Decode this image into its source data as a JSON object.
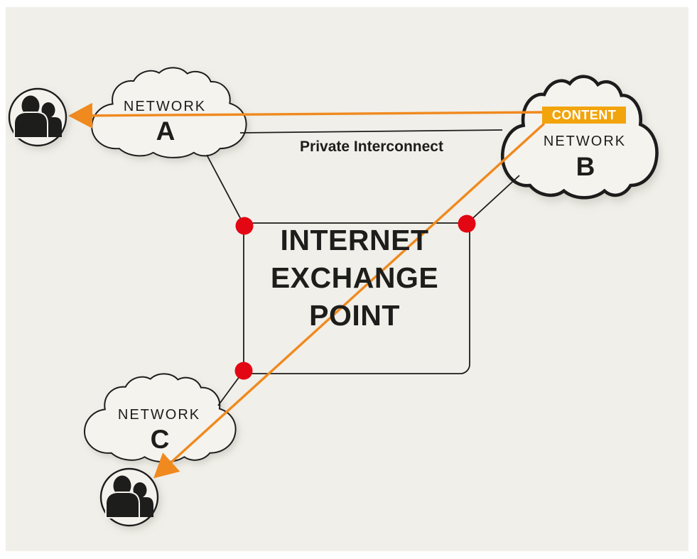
{
  "canvas": {
    "page_bg": "#ffffff",
    "panel_bg": "#f0efe9"
  },
  "colors": {
    "badge_orange": "#f2a40c",
    "arrow_orange": "#f0891e",
    "red_dot": "#e30613",
    "line_black": "#1d1d1b",
    "cloud_fill": "#f4f3ee"
  },
  "diagram": {
    "ixp": {
      "title_lines": [
        "INTERNET",
        "EXCHANGE",
        "POINT"
      ]
    },
    "networks": {
      "a": {
        "label": "NETWORK",
        "letter": "A"
      },
      "b": {
        "label": "NETWORK",
        "letter": "B",
        "badge": "CONTENT"
      },
      "c": {
        "label": "NETWORK",
        "letter": "C"
      }
    },
    "private_interconnect_label": "Private Interconnect",
    "icons": [
      {
        "name": "users-icon-a",
        "meaning": "end users of Network A"
      },
      {
        "name": "users-icon-c",
        "meaning": "end users of Network C"
      }
    ],
    "flows": [
      {
        "name": "content-flow-to-a",
        "color": "#f0891e"
      },
      {
        "name": "content-flow-to-c",
        "color": "#f0891e"
      }
    ]
  }
}
